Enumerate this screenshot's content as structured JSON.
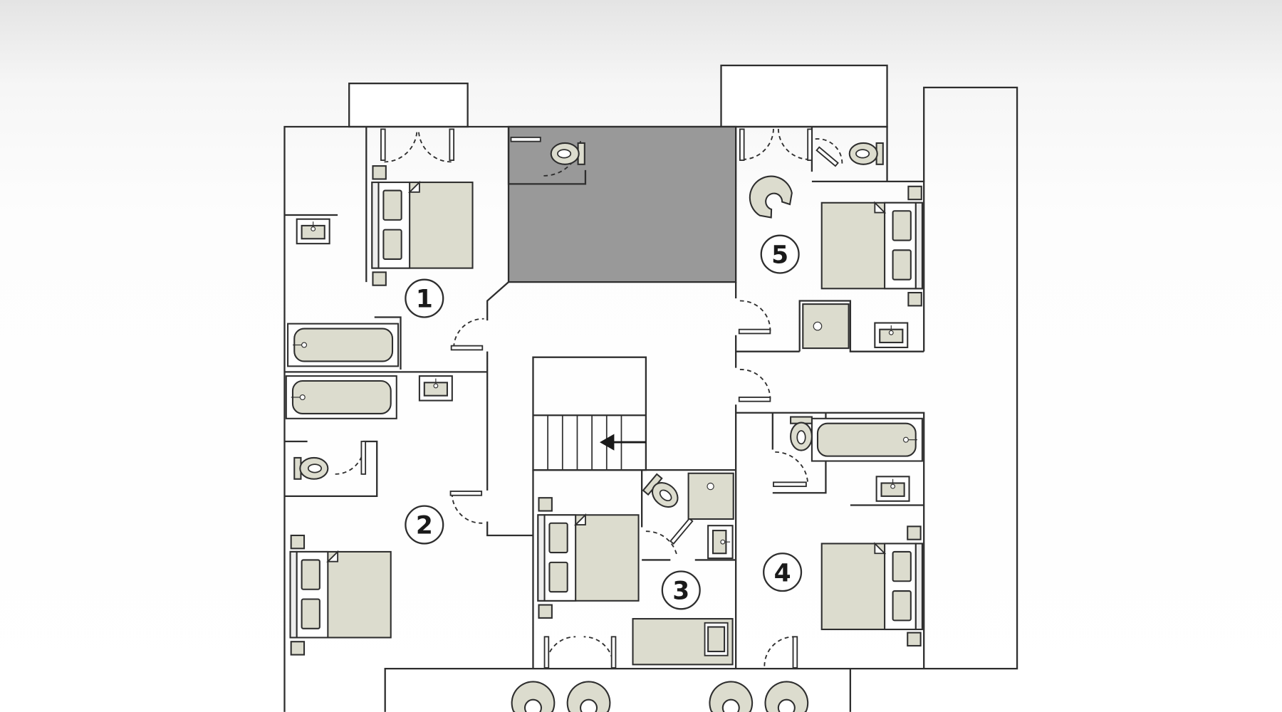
{
  "plan": {
    "title": "Floor plan",
    "room_labels": [
      "1",
      "2",
      "3",
      "4",
      "5"
    ],
    "colors": {
      "fixture": "#dcdcce",
      "void": "#999999",
      "wall": "#2e2e2e"
    }
  }
}
